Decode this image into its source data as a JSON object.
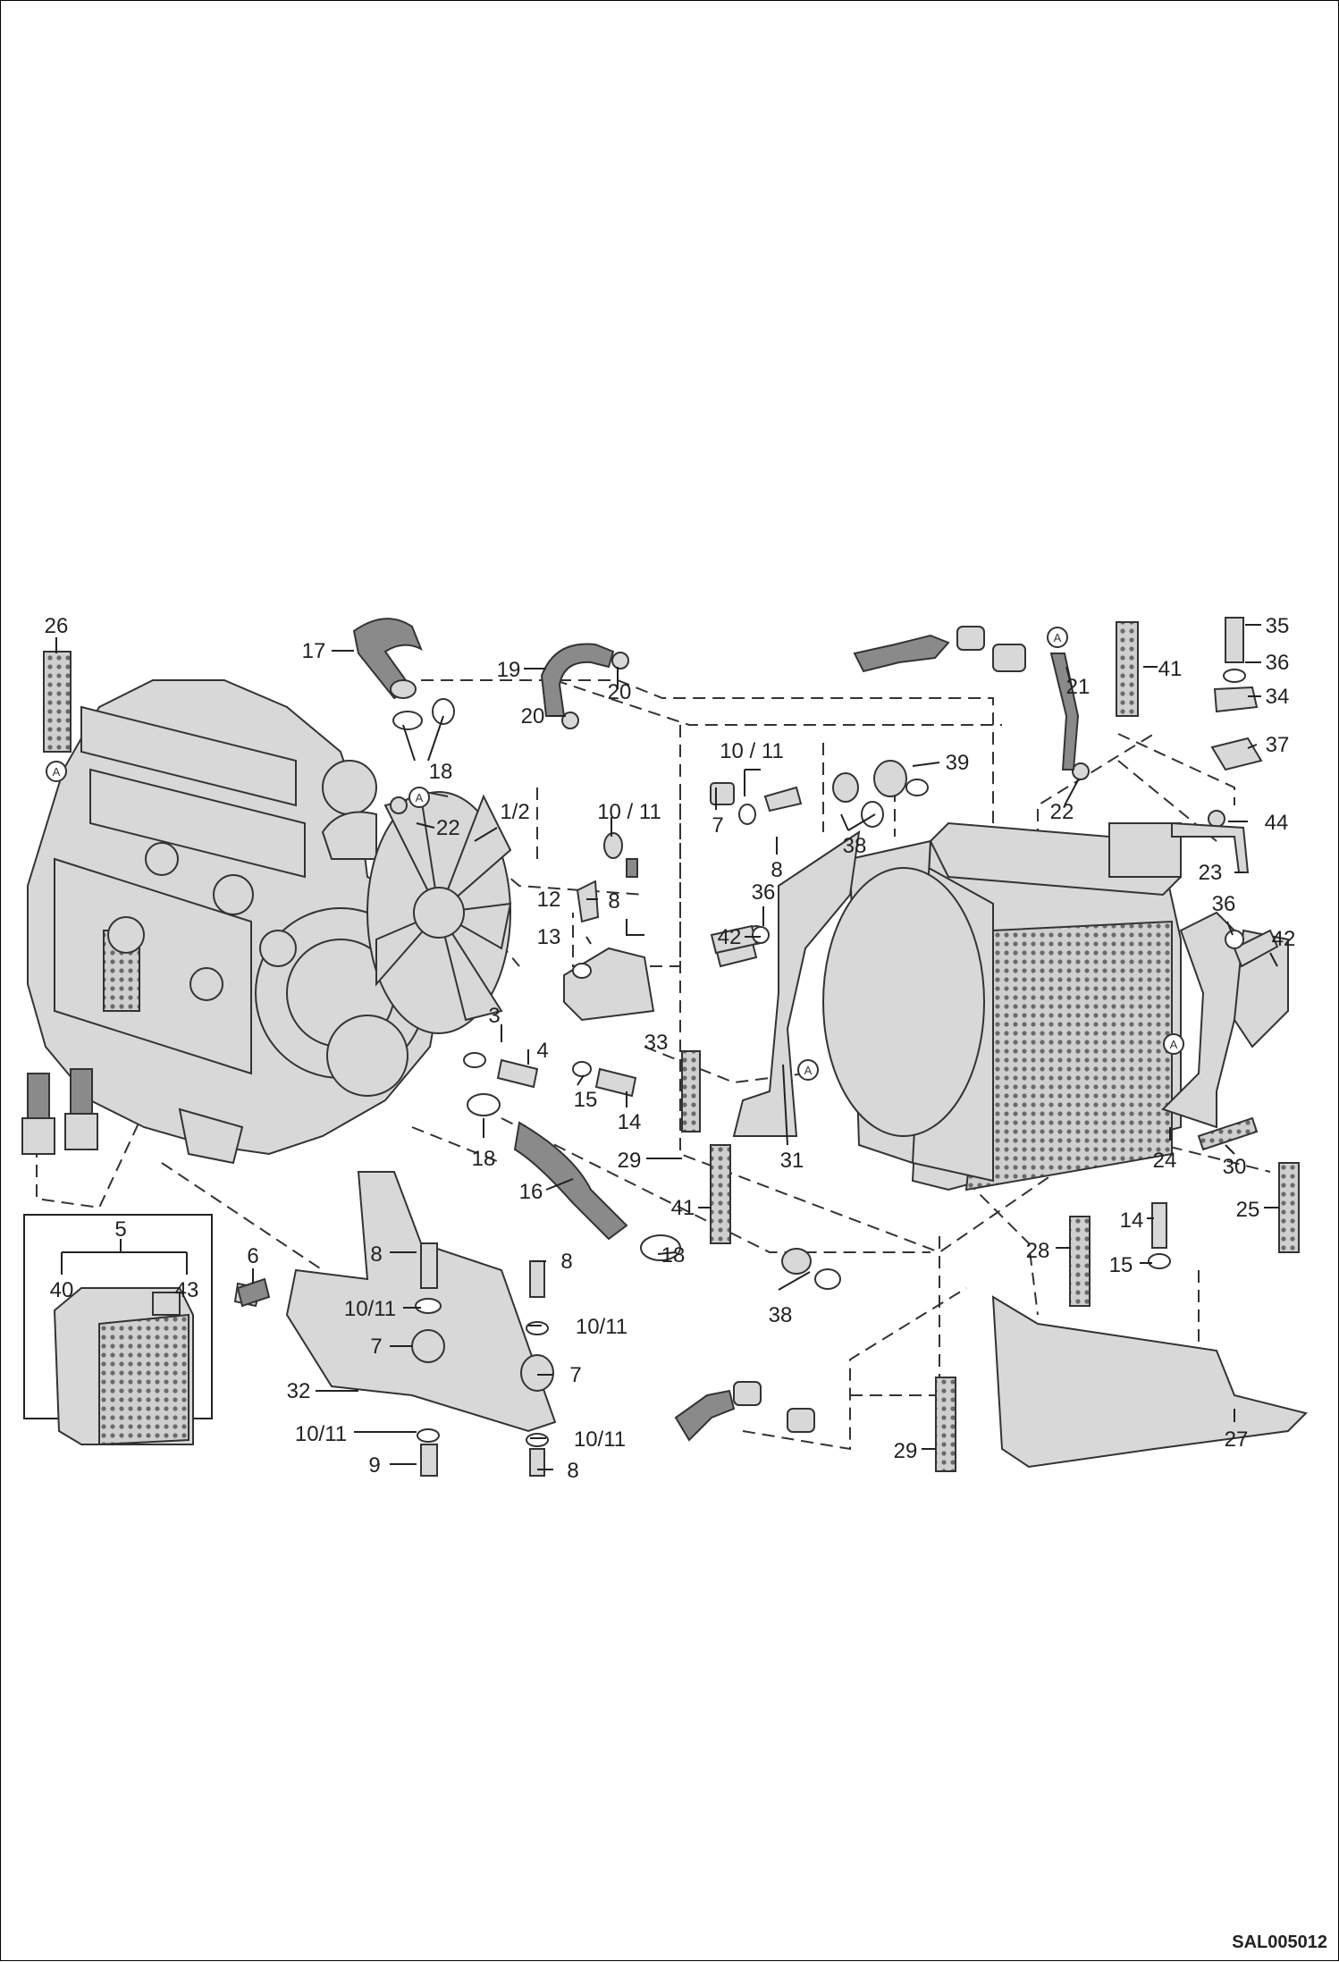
{
  "drawing_code": "SAL005012",
  "ref_marker": "A",
  "callouts": [
    "26",
    "17",
    "18",
    "19",
    "20",
    "20",
    "22",
    "1/2",
    "10 / 11",
    "8",
    "12",
    "13",
    "33",
    "3",
    "4",
    "15",
    "14",
    "18",
    "16",
    "18",
    "6",
    "8",
    "8",
    "10/11",
    "10/11",
    "7",
    "7",
    "32",
    "10/11",
    "10/11",
    "9",
    "8",
    "5",
    "40",
    "43",
    "10 / 11",
    "7",
    "8",
    "38",
    "39",
    "42",
    "36",
    "29",
    "31",
    "41",
    "21",
    "41",
    "35",
    "36",
    "34",
    "37",
    "22",
    "44",
    "23",
    "36",
    "42",
    "24",
    "30",
    "25",
    "38",
    "14",
    "28",
    "15",
    "29",
    "27"
  ]
}
